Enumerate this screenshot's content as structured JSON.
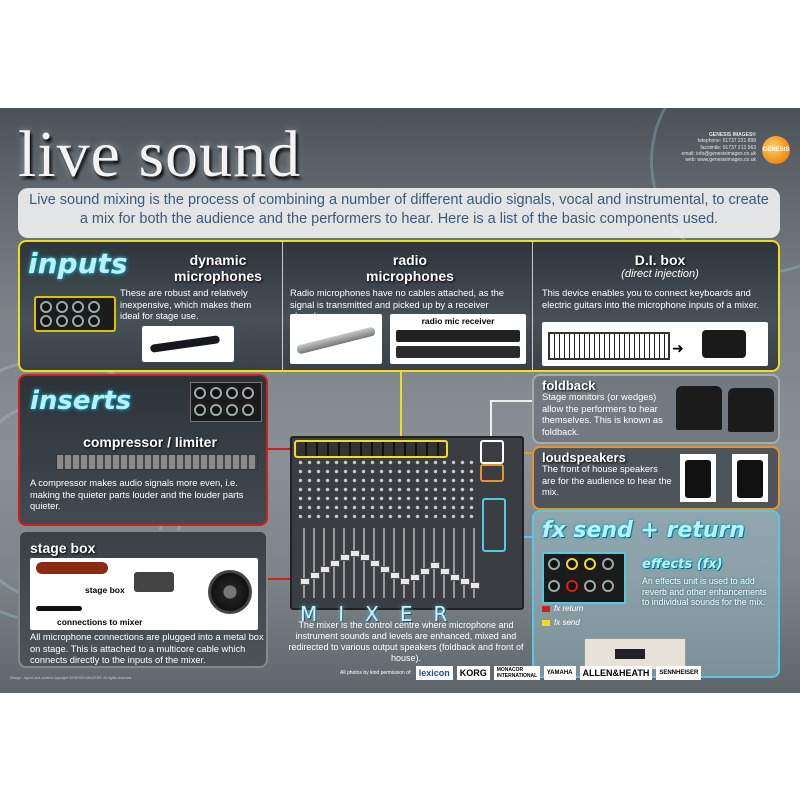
{
  "title": "live sound",
  "publisher": {
    "name": "GENESIS IMAGES©",
    "lines": [
      "telephone: 01737 221 898",
      "facsimile: 01737 213 563",
      "email: info@genesisimages.co.uk",
      "web: www.genesisimages.co.uk"
    ],
    "logo_text": "GENESIS"
  },
  "intro": "Live sound mixing is the process of combining a number of different audio signals, vocal and instrumental, to create a mix for both the audience and the performers to hear. Here is a list of the basic components used.",
  "inputs": {
    "heading": "inputs",
    "dynamic": {
      "title": "dynamic microphones",
      "text": "These are robust and relatively inexpensive, which makes them ideal for stage use."
    },
    "radio": {
      "title": "radio microphones",
      "text": "Radio microphones have no cables attached, as the signal is transmitted and picked up by a receiver elsewhere.",
      "receiver_label": "radio mic receiver"
    },
    "di": {
      "title": "D.I. box",
      "subtitle": "(direct injection)",
      "text": "This device enables you to connect keyboards and electric guitars into the microphone inputs of a mixer."
    }
  },
  "inserts": {
    "heading": "inserts",
    "subtitle": "compressor / limiter",
    "text": "A compressor makes audio signals more even, i.e. making the quieter parts louder and the louder parts quieter."
  },
  "stagebox": {
    "heading": "stage box",
    "label1": "stage box",
    "label2": "connections to mixer",
    "text": "All microphone connections are plugged into a metal box on stage. This is attached to a multicore cable which connects directly to the inputs of the mixer."
  },
  "foldback": {
    "heading": "foldback",
    "text": "Stage monitors (or wedges) allow the performers to hear themselves. This is known as foldback."
  },
  "loudspeakers": {
    "heading": "loudspeakers",
    "text": "The front of house speakers are for the audience to hear the mix."
  },
  "fx": {
    "heading": "fx send + return",
    "subtitle": "effects (fx)",
    "text": "An effects unit is used to add reverb and other enhancements to individual sounds for the mix.",
    "legend_return": "fx return",
    "legend_send": "fx send"
  },
  "mixer": {
    "label": "MIXER",
    "text": "The mixer is the control centre where microphone and instrument sounds and levels are enhanced, mixed and redirected to various output speakers (foldback and front of house)."
  },
  "credits": {
    "text": "All photos by kind permission of:",
    "sponsors": [
      "lexicon",
      "KORG",
      "MONACOR INTERNATIONAL",
      "YAMAHA",
      "ALLEN&HEATH",
      "SENNHEISER"
    ]
  },
  "footer": "Design - layout and content copyright GENESIS IMAGES©. All rights reserved.",
  "colors": {
    "inputs_border": "#f0dc20",
    "inserts_border": "#cf2020",
    "loudspeakers_border": "#e7932a",
    "fx_border": "#58c7e2",
    "fx_send_marker": "#f0dc20",
    "fx_return_marker": "#cf2020",
    "intro_text": "#3a5a78"
  }
}
